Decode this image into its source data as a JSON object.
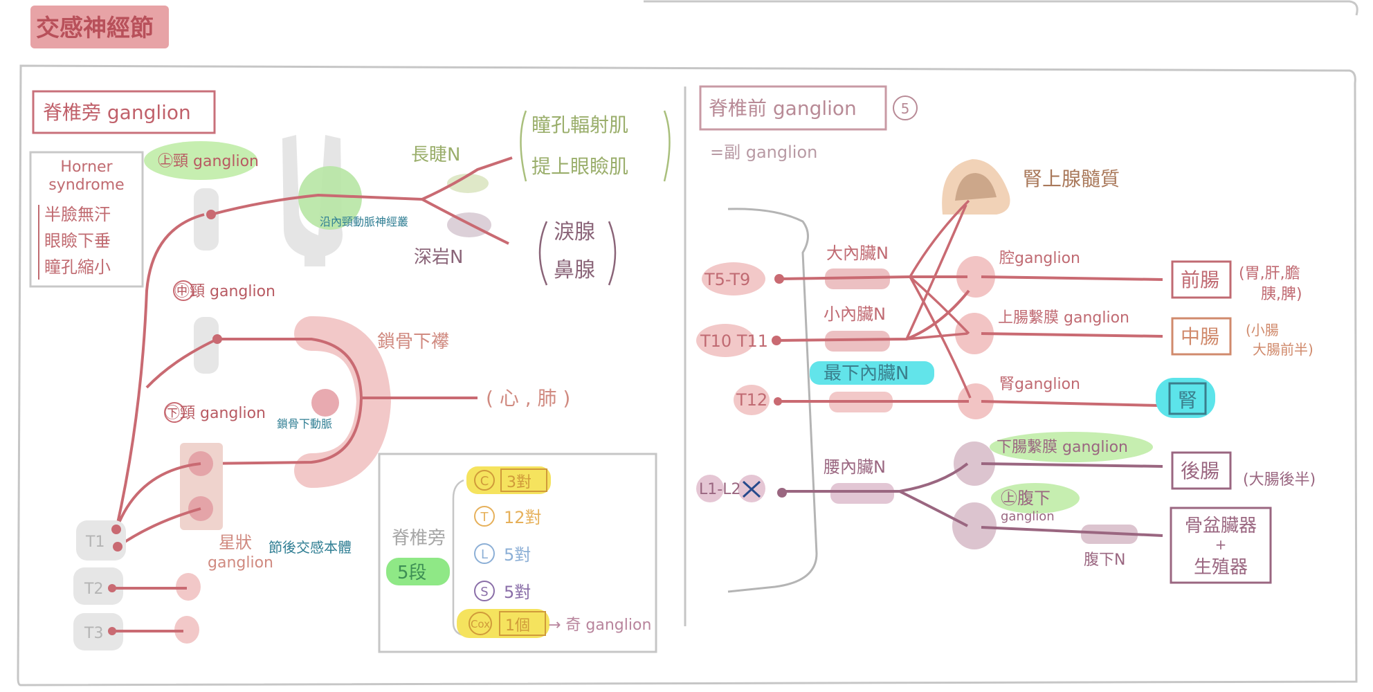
{
  "title": "交感神經節",
  "left": {
    "header": "脊椎旁 ganglion",
    "horner": {
      "title1": "Horner",
      "title2": "syndrome",
      "items": [
        "半臉無汗",
        "眼瞼下垂",
        "瞳孔縮小"
      ]
    },
    "superior_ganglion": "㊤頸 ganglion",
    "carotid_plexus": "沿內頸動脈神經叢",
    "long_ciliary_n": "長睫N",
    "deep_petrosal_n": "深岩N",
    "eye_targets": [
      "瞳孔輻射肌",
      "提上眼瞼肌"
    ],
    "gland_targets": [
      "淚腺",
      "鼻腺"
    ],
    "middle_ganglion": "㊥頸 ganglion",
    "subclavian_loop": "鎖骨下襻",
    "inferior_ganglion": "㊦頸 ganglion",
    "subclavian_artery": "鎖骨下動脈",
    "heart_lung": "( 心 , 肺 )",
    "stellate1": "星狀",
    "stellate2": "ganglion",
    "postganglionic": "節後交感本體",
    "vertebrae": [
      "T1",
      "T2",
      "T3"
    ],
    "summary": {
      "label": "脊椎旁",
      "badge": "5段",
      "rows": [
        {
          "letter": "C",
          "count": "3對"
        },
        {
          "letter": "T",
          "count": "12對"
        },
        {
          "letter": "L",
          "count": "5對"
        },
        {
          "letter": "S",
          "count": "5對"
        },
        {
          "letter": "Cox",
          "count": "1個",
          "extra": "→ 奇 ganglion"
        }
      ]
    }
  },
  "right": {
    "header": "脊椎前 ganglion",
    "header_count": "5",
    "subtitle": "=副 ganglion",
    "adrenal": "腎上腺髓質",
    "spinal_levels": [
      "T5-T9",
      "T10 T11",
      "T12",
      "L1-L2"
    ],
    "nerves": [
      "大內臟N",
      "小內臟N",
      "最下內臟N",
      "腰內臟N",
      "腹下N"
    ],
    "ganglia": [
      "腔ganglion",
      "上腸繫膜 ganglion",
      "腎ganglion",
      "下腸繫膜 ganglion",
      "㊤腹下",
      "ganglion"
    ],
    "targets": [
      "前腸",
      "中腸",
      "腎",
      "後腸",
      "骨盆臟器",
      "+",
      "生殖器"
    ],
    "target_notes": [
      "(胃,肝,膽",
      "胰,脾)",
      "(小腸",
      "大腸前半)",
      "(大腸後半)"
    ]
  }
}
